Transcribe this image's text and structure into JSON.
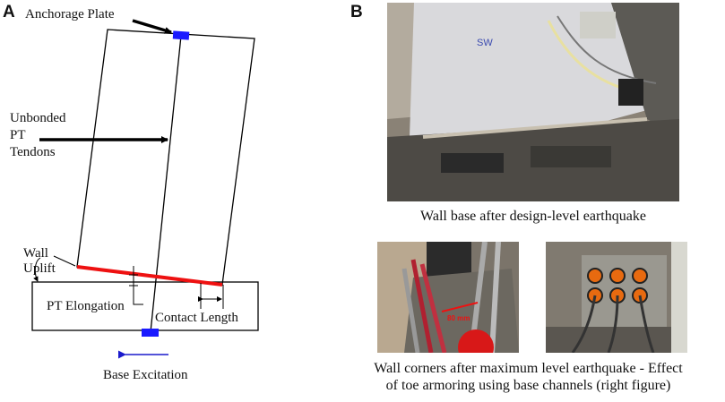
{
  "panels": {
    "a_letter": "A",
    "b_letter": "B"
  },
  "diagram": {
    "anchorage_plate": "Anchorage Plate",
    "tendons": [
      "Unbonded",
      "PT",
      "Tendons"
    ],
    "wall_uplift": [
      "Wall",
      "Uplift"
    ],
    "pt_elongation": "PT Elongation",
    "contact_length": "Contact Length",
    "base_excitation": "Base Excitation",
    "colors": {
      "plate": "#1a1aff",
      "uplift_line": "#ee1111",
      "arrow": "#1a1acc"
    }
  },
  "photos": {
    "top_caption": "Wall base after design-level earthquake",
    "wall_marking": "SW",
    "measure_label": "80 mm",
    "bottom_caption_lines": [
      "Wall corners after maximum level earthquake - Effect",
      "of toe armoring using base channels (right figure)"
    ]
  }
}
